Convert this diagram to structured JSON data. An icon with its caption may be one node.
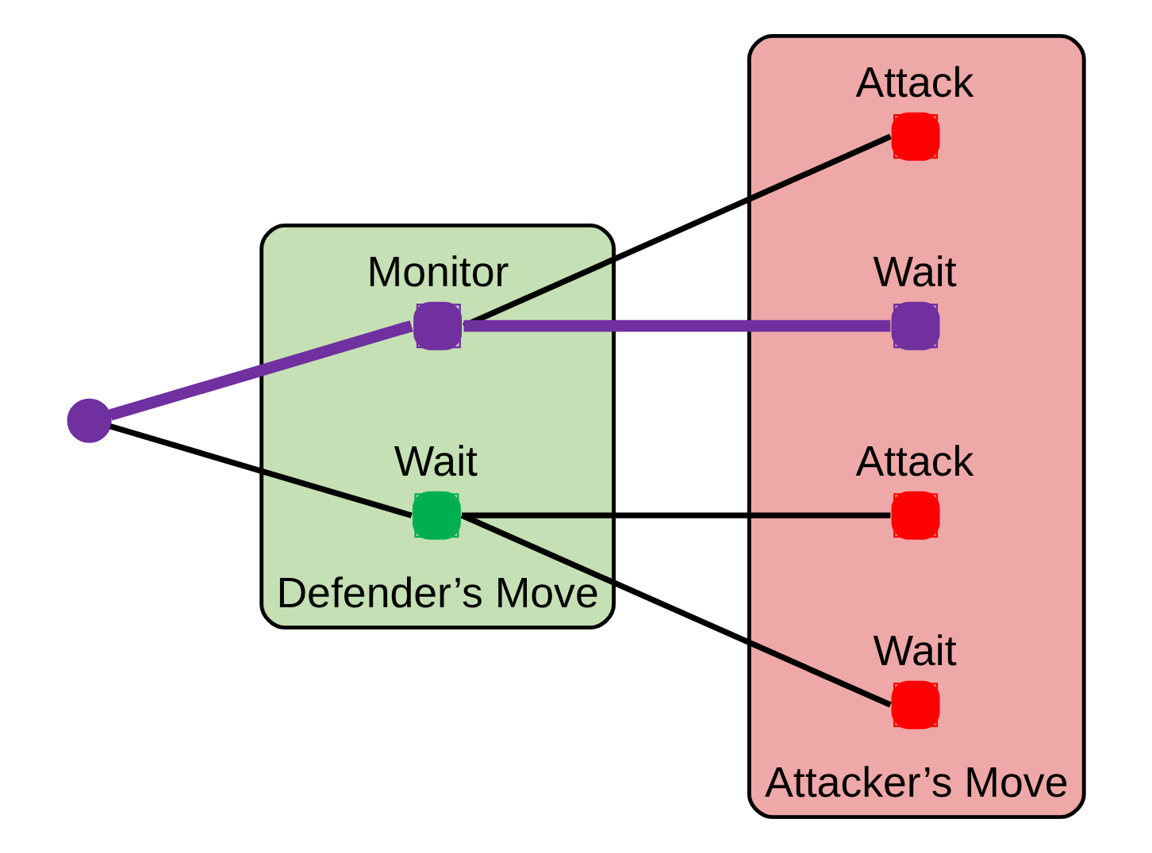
{
  "diagram": {
    "nodes": [
      {
        "text": [],
        "shape": "circle"
      },
      {
        "text": [
          "Defender’s Move"
        ]
      },
      {
        "text": [],
        "shape": "circle",
        "beside": [
          "Monitor"
        ],
        "in": 1
      },
      {
        "text": [],
        "shape": "circle",
        "beside": [
          "Wait"
        ],
        "in": 1
      },
      {
        "text": [
          "Attacker’s Move"
        ]
      },
      {
        "text": [],
        "shape": "circle",
        "beside": [
          "Attack"
        ],
        "in": 4
      },
      {
        "text": [],
        "shape": "circle",
        "beside": [
          "Wait"
        ],
        "in": 4
      },
      {
        "text": [],
        "shape": "circle",
        "beside": [
          "Attack"
        ],
        "in": 4
      },
      {
        "text": [],
        "shape": "circle",
        "beside": [
          "Wait"
        ],
        "in": 4
      }
    ],
    "edges": [
      {
        "from": 0,
        "to": 2,
        "arrow": "none",
        "style": "thick",
        "color": "#7030a0"
      },
      {
        "from": 0,
        "to": 3,
        "arrow": "none"
      },
      {
        "from": 2,
        "to": 5,
        "arrow": "none"
      },
      {
        "from": 2,
        "to": 6,
        "arrow": "none",
        "style": "thick",
        "color": "#7030a0"
      },
      {
        "from": 3,
        "to": 7,
        "arrow": "none"
      },
      {
        "from": 3,
        "to": 8,
        "arrow": "none"
      }
    ]
  }
}
